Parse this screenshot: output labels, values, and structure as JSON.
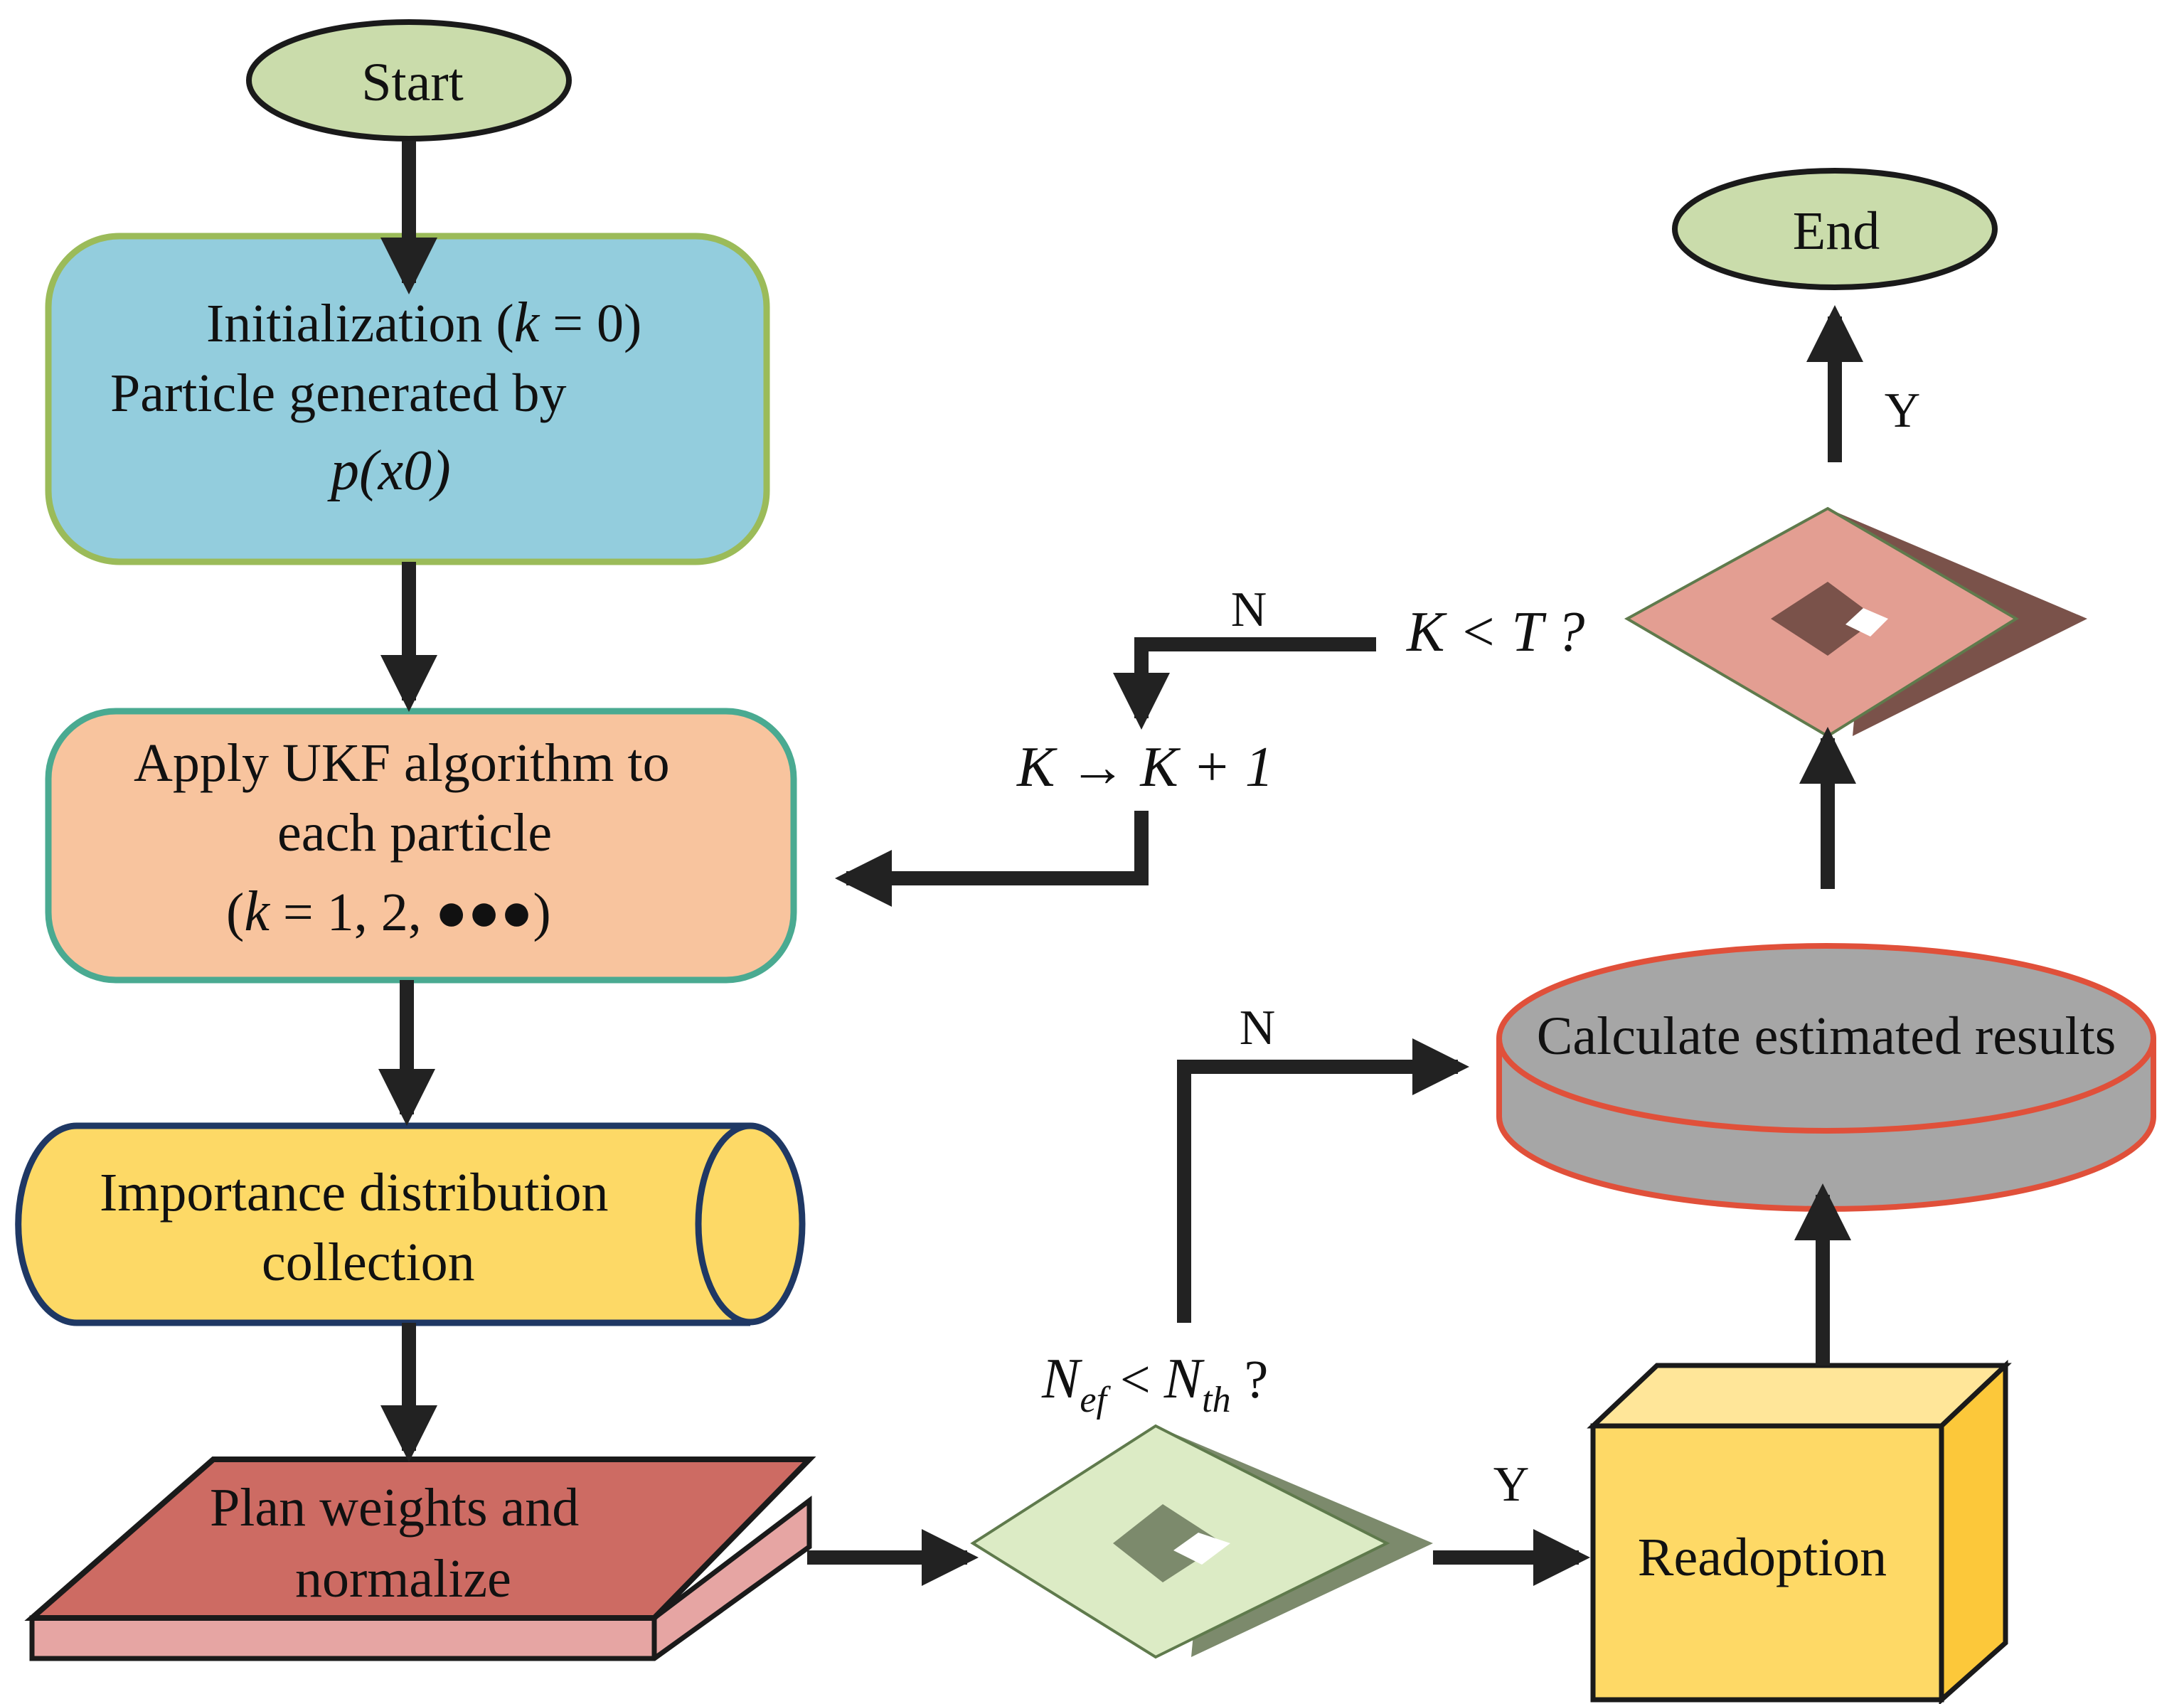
{
  "nodes": {
    "start": {
      "label": "Start"
    },
    "end": {
      "label": "End"
    },
    "init": {
      "line1_text": "Initialization (",
      "line1_var": "k",
      "line1_rest": " = 0)",
      "line2": "Particle generated by",
      "line3_fn": "p",
      "line3_rest": "(x0)"
    },
    "ukf": {
      "line1": "Apply UKF algorithm to",
      "line2": "each particle",
      "line3_open": "(",
      "line3_var": "k",
      "line3_rest": " = 1, 2, ●●●)"
    },
    "importance": {
      "line1": "Importance distribution",
      "line2": "collection"
    },
    "weights": {
      "line1": "Plan weights and",
      "line2": "normalize"
    },
    "decision_neff": {
      "N1": "N",
      "sub1": "ef",
      "op": " < ",
      "N2": "N",
      "sub2": "th",
      "q": " ?"
    },
    "readoption": {
      "label": "Readoption"
    },
    "calculate": {
      "label": "Calculate estimated results"
    },
    "decision_kt": {
      "text": "K < T ?"
    },
    "increment": {
      "text": "K → K + 1"
    }
  },
  "edges": {
    "neff_no": "N",
    "neff_yes": "Y",
    "kt_no": "N",
    "kt_yes": "Y"
  },
  "colors": {
    "start_end_fill": "#cadcab",
    "init_fill": "#93cddd",
    "init_border": "#9bbb59",
    "ukf_fill": "#f8c49e",
    "ukf_border": "#4aaa91",
    "importance_fill": "#fdd966",
    "importance_border": "#1f3864",
    "weights_fill": "#cd6b63",
    "diamond1_fill": "#dcebc5",
    "diamond2_fill": "#e39e92",
    "readoption_fill": "#fed966",
    "calc_fill": "#a6a6a6",
    "calc_border": "#e0503a"
  }
}
